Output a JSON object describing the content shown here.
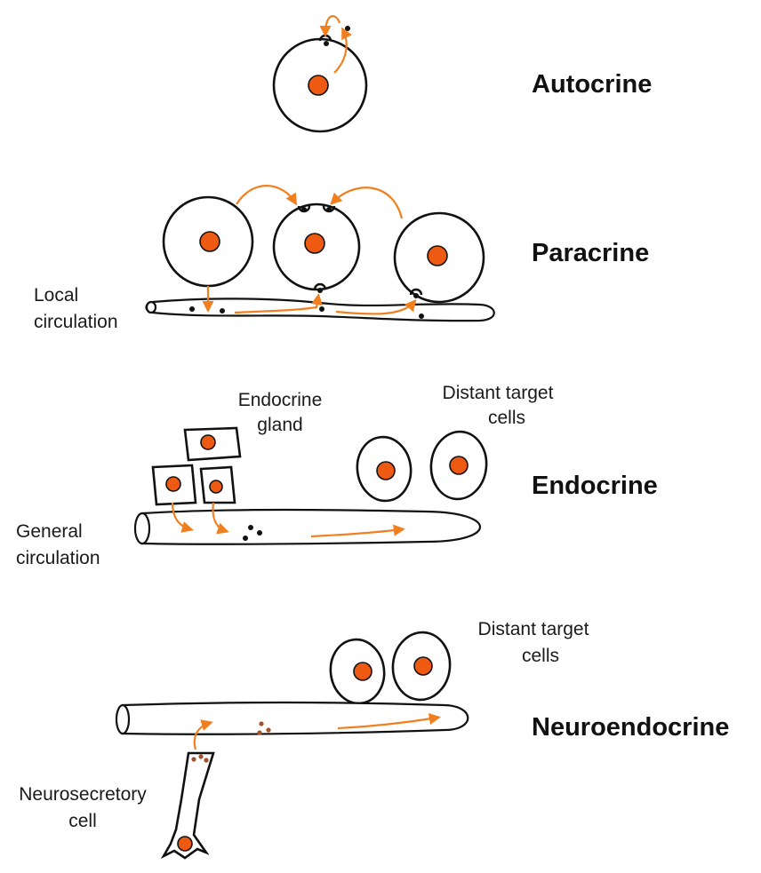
{
  "colors": {
    "accent": "#f07f1f",
    "nucleus": "#ee5a12",
    "outline": "#111111",
    "granule": "#a0522d"
  },
  "sections": {
    "autocrine": {
      "title": "Autocrine"
    },
    "paracrine": {
      "title": "Paracrine",
      "vessel_label_line1": "Local",
      "vessel_label_line2": "circulation"
    },
    "endocrine": {
      "title": "Endocrine",
      "gland_label_line1": "Endocrine",
      "gland_label_line2": "gland",
      "target_label_line1": "Distant target",
      "target_label_line2": "cells",
      "vessel_label_line1": "General",
      "vessel_label_line2": "circulation"
    },
    "neuroendocrine": {
      "title": "Neuroendocrine",
      "target_label_line1": "Distant target",
      "target_label_line2": "cells",
      "cell_label_line1": "Neurosecretory",
      "cell_label_line2": "cell"
    }
  }
}
